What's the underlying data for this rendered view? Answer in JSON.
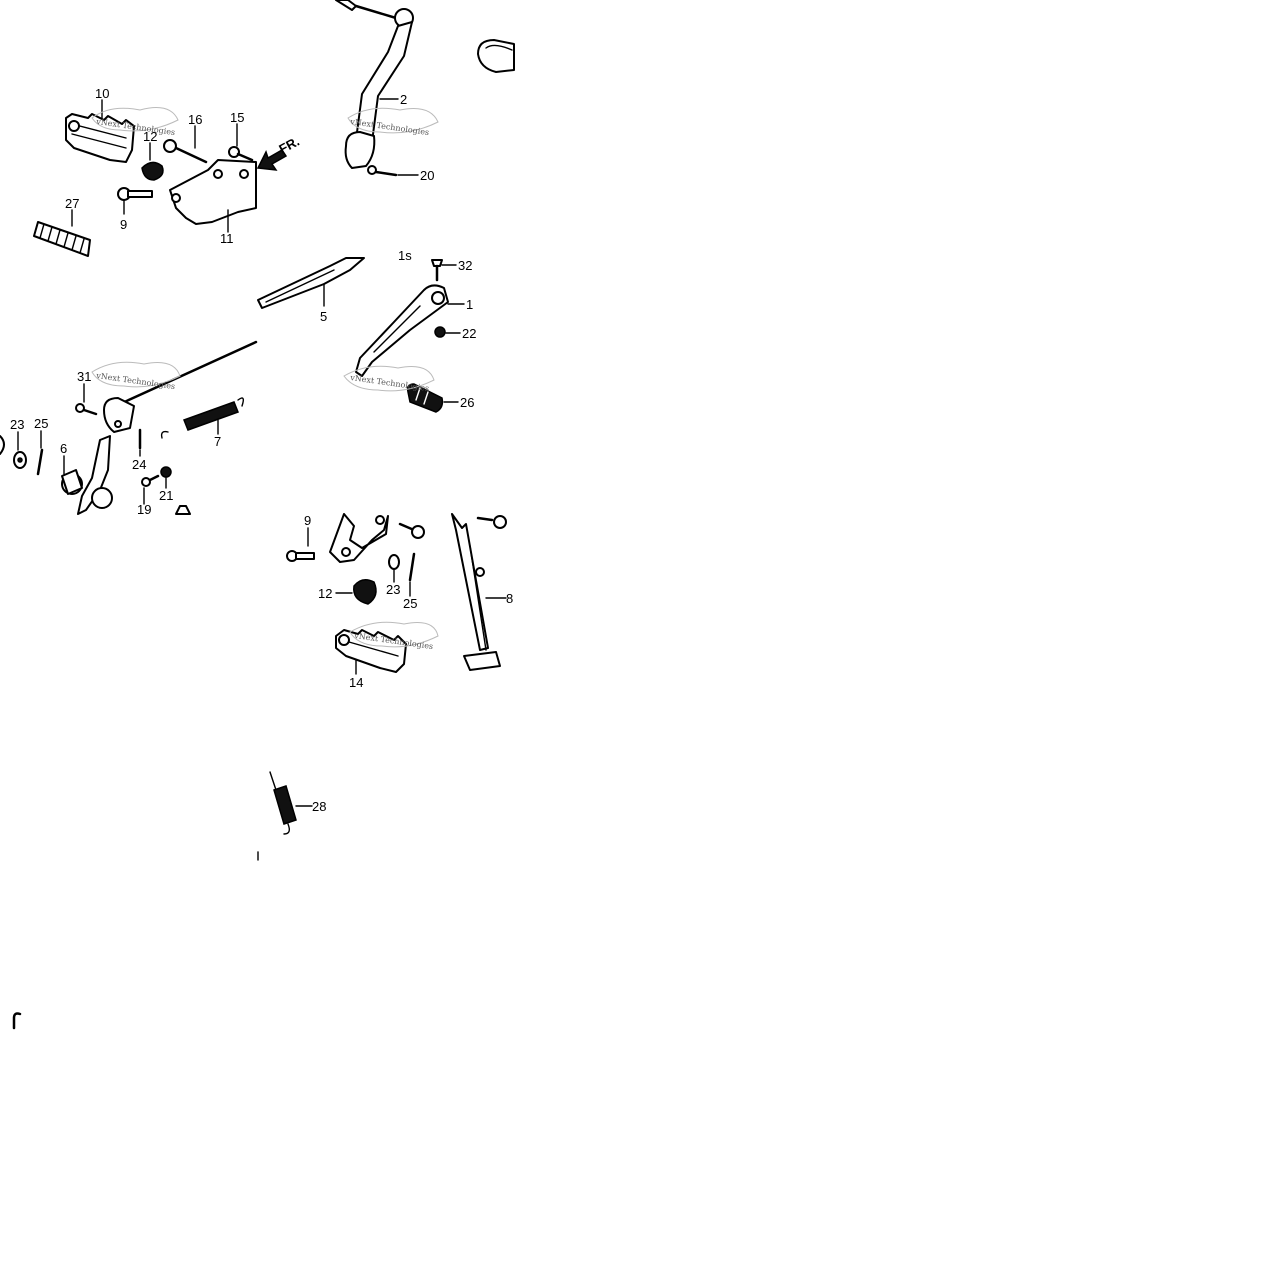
{
  "callouts": {
    "c1": "1",
    "c2": "2",
    "c5": "5",
    "c6": "6",
    "c7": "7",
    "c8": "8",
    "c9a": "9",
    "c9b": "9",
    "c10": "10",
    "c11": "11",
    "c12a": "12",
    "c12b": "12",
    "c14": "14",
    "c15": "15",
    "c16": "16",
    "c19": "19",
    "c20": "20",
    "c21": "21",
    "c22": "22",
    "c23a": "23",
    "c23b": "23",
    "c24": "24",
    "c25a": "25",
    "c25b": "25",
    "c26": "26",
    "c27": "27",
    "c28": "28",
    "c31": "31",
    "c32": "32"
  },
  "direction_label": "FR.",
  "watermark": "vNext Technologies",
  "colors": {
    "ink": "#000000",
    "background": "#ffffff",
    "watermark": "#bbbbbb"
  }
}
